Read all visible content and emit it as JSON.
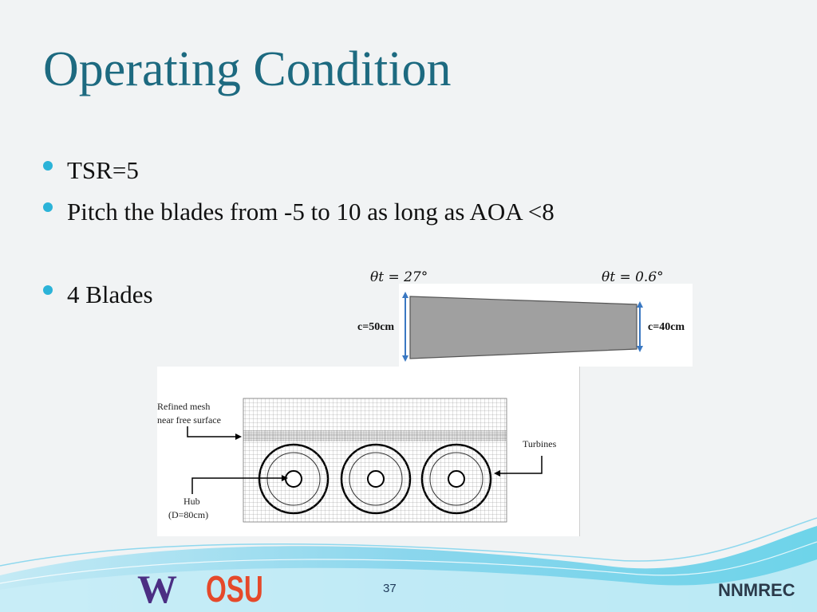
{
  "slide": {
    "title": "Operating Condition",
    "bullets": [
      "TSR=5",
      "Pitch the blades from -5 to 10 as long as AOA <8",
      "4 Blades"
    ],
    "page_number": "37",
    "org": "NNMREC",
    "logos": {
      "uw": "W",
      "osu": "OSU"
    }
  },
  "blade_figure": {
    "theta_root_label": "θt = 27°",
    "theta_tip_label": "θt = 0.6°",
    "chord_root_label": "c=50cm",
    "chord_tip_label": "c=40cm"
  },
  "mesh_figure": {
    "refined_label_1": "Refined mesh",
    "refined_label_2": "near free surface",
    "turbines_label": "Turbines",
    "hub_label_1": "Hub",
    "hub_label_2": "(D=80cm)"
  },
  "colors": {
    "title": "#1d6a80",
    "bullet_dot": "#2bb3d8",
    "background": "#f1f3f4"
  }
}
